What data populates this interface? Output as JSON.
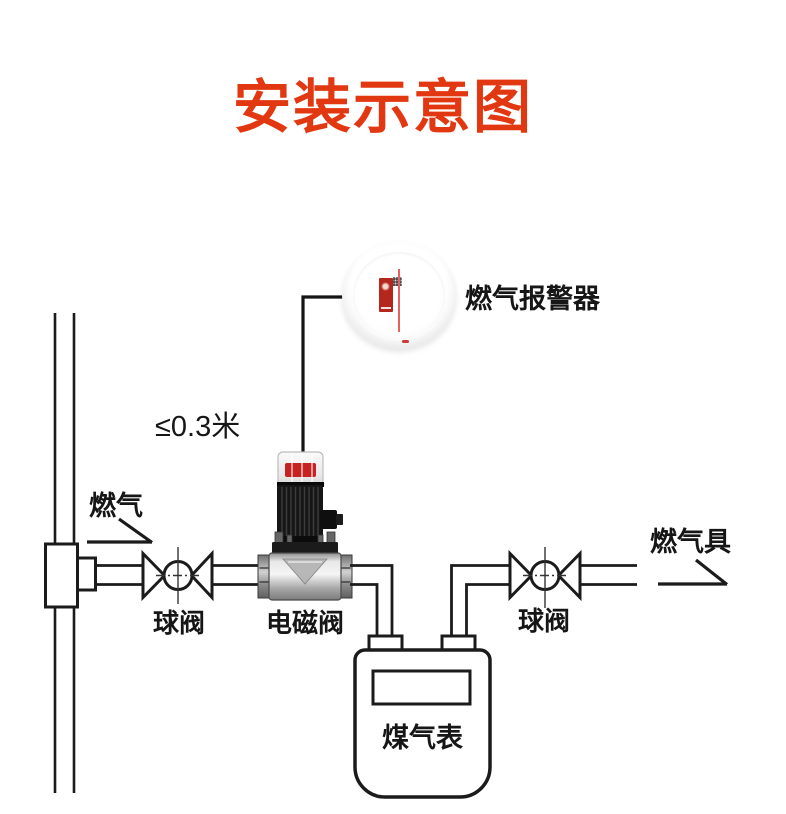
{
  "title": "安装示意图",
  "labels": {
    "alarm": "燃气报警器",
    "distance": "≤0.3米",
    "gas_inlet": "燃气",
    "ball_valve_left": "球阀",
    "solenoid_valve": "电磁阀",
    "ball_valve_right": "球阀",
    "gas_appliance": "燃气具",
    "gas_meter": "煤气表"
  },
  "colors": {
    "title_red": "#e23812",
    "line_art": "#1b1b1b",
    "alarm_sticker_red": "#b5271d",
    "alarm_indicator_red": "#e86060",
    "solenoid_band_red": "#c62222"
  }
}
